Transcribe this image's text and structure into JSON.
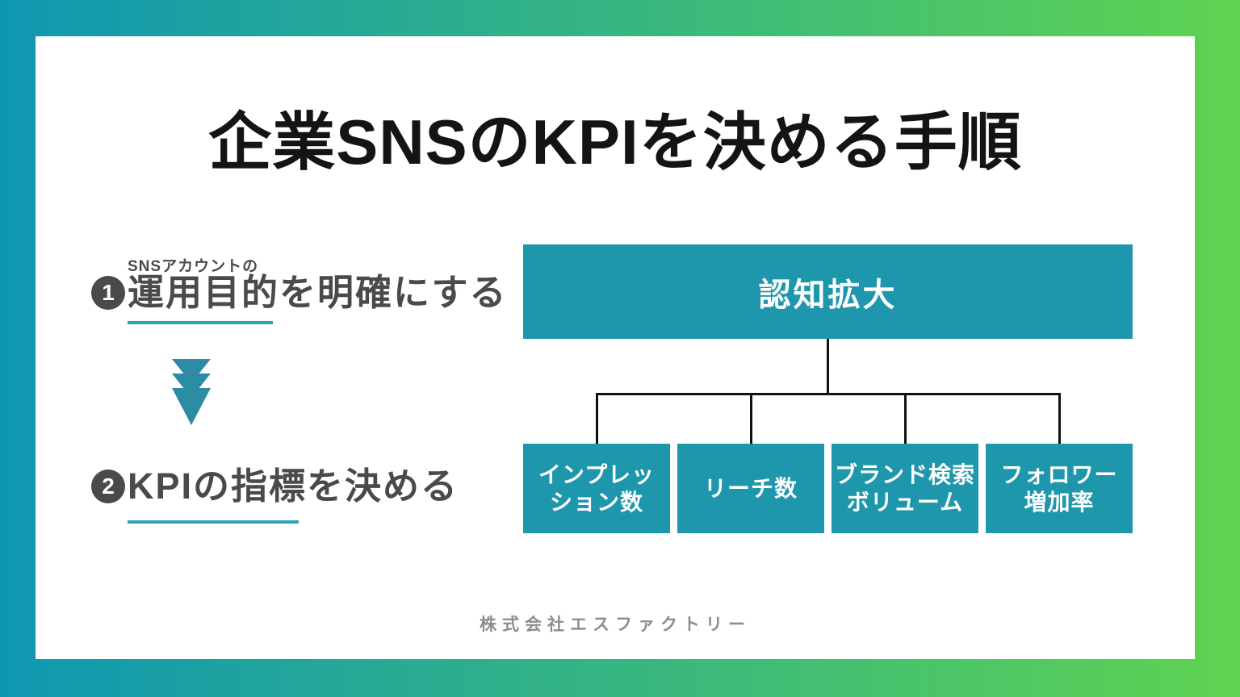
{
  "title": "企業SNSのKPIを決める手順",
  "steps": {
    "step1": {
      "pre_label": "SNSアカウントの",
      "number": "1",
      "label": "運用目的を明確にする"
    },
    "step2": {
      "number": "2",
      "label": "KPIの指標を決める"
    },
    "arrow_icon": "triple-chevron-down"
  },
  "diagram": {
    "root_label": "認知拡大",
    "children": [
      {
        "line1": "インプレッ",
        "line2": "ション数"
      },
      {
        "line1": "リーチ数",
        "line2": ""
      },
      {
        "line1": "ブランド検索",
        "line2": "ボリューム"
      },
      {
        "line1": "フォロワー",
        "line2": "増加率"
      }
    ]
  },
  "footer": "株式会社エスファクトリー",
  "colors": {
    "gradient_start": "#0f97b2",
    "gradient_end": "#5fd351",
    "box_teal": "#1e96ab",
    "underline_teal": "#30a0b4",
    "arrow_teal": "#2b8ca3",
    "step_text": "#4a4a4a",
    "connector_black": "#111111",
    "footer_gray": "#8e8e88"
  }
}
